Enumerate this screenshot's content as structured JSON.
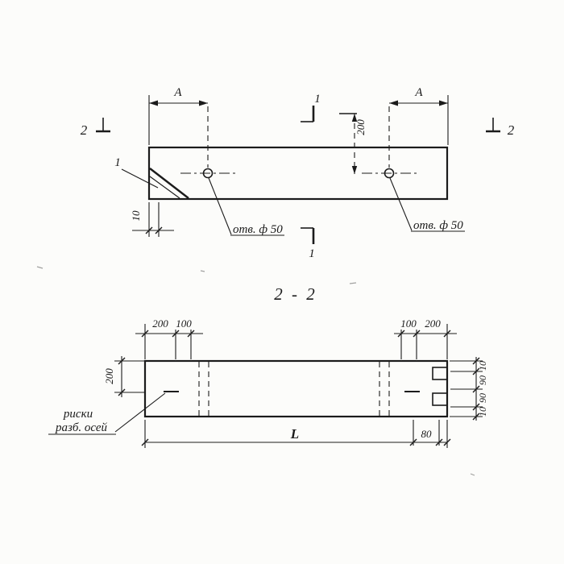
{
  "plan": {
    "dim_a_left": "A",
    "dim_a_right": "A",
    "dim_200": "200",
    "dim_10": "10",
    "section_mark_1_top": "1",
    "section_mark_1_bottom": "1",
    "section_mark_2_left": "2",
    "section_mark_2_right": "2",
    "detail_callout": "1",
    "hole_note_left": "отв. ф 50",
    "hole_note_right": "отв. ф 50"
  },
  "section": {
    "title": "2 - 2",
    "dim_height_200": "200",
    "top_dims_left": [
      "200",
      "100"
    ],
    "top_dims_right": [
      "100",
      "200"
    ],
    "right_dims": [
      "10",
      "90",
      "90",
      "10"
    ],
    "dim_length": "L",
    "dim_80": "80",
    "axes_note_line1": "риски",
    "axes_note_line2": "разб. осей"
  }
}
